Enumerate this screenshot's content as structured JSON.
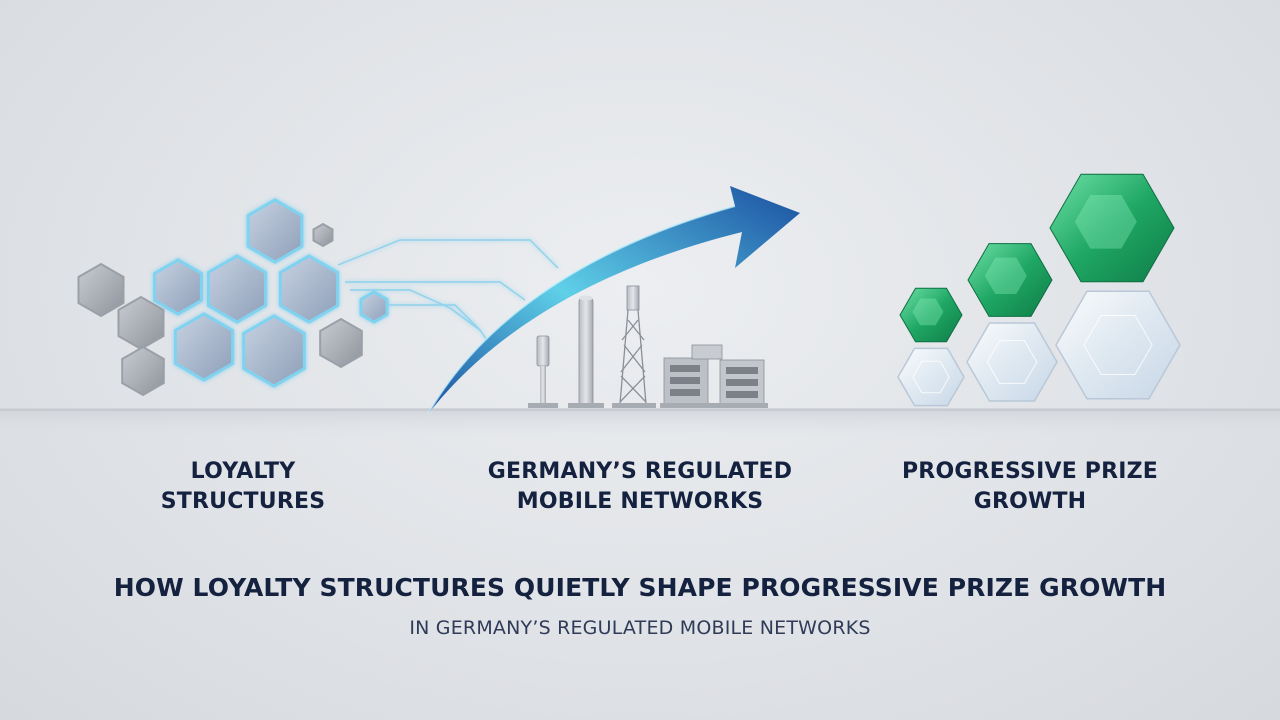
{
  "stages": [
    {
      "line1": "LOYALTY",
      "line2": "STRUCTURES"
    },
    {
      "line1": "GERMANY’S REGULATED",
      "line2": "MOBILE NETWORKS"
    },
    {
      "line1": "PROGRESSIVE PRIZE",
      "line2": "GROWTH"
    }
  ],
  "headline": "HOW LOYALTY STRUCTURES QUIETLY SHAPE PROGRESSIVE PRIZE GROWTH",
  "subline": "IN GERMANY’S REGULATED MOBILE NETWORKS",
  "colors": {
    "text": "#14213f",
    "hex_glow": "#7fd3f0",
    "arrow_light": "#5fd0e8",
    "arrow_dark": "#1a4fa0",
    "gem_green": "#1fa764"
  }
}
